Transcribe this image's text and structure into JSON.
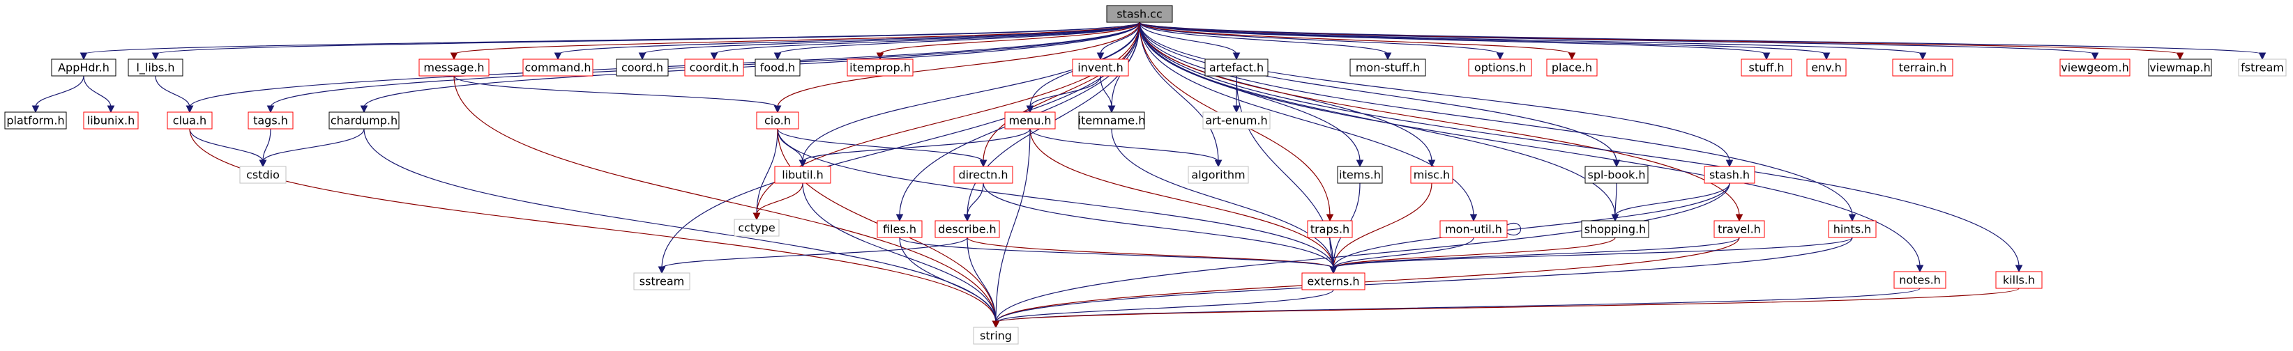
{
  "colors": {
    "root_fill": "#a0a0a0",
    "documented_border": "#000000",
    "undocumented_border": "#ff0000",
    "external_border": "#c0c0c0",
    "edge_main": "#191970",
    "edge_red": "#8b0000"
  },
  "root": "stash.cc",
  "nodes": [
    {
      "id": "stash_cc",
      "label": "stash.cc",
      "kind": "root"
    },
    {
      "id": "apphdr",
      "label": "AppHdr.h",
      "kind": "documented"
    },
    {
      "id": "l_libs",
      "label": "l_libs.h",
      "kind": "documented"
    },
    {
      "id": "message",
      "label": "message.h",
      "kind": "undocumented"
    },
    {
      "id": "command",
      "label": "command.h",
      "kind": "undocumented"
    },
    {
      "id": "coord",
      "label": "coord.h",
      "kind": "documented"
    },
    {
      "id": "coordit",
      "label": "coordit.h",
      "kind": "undocumented"
    },
    {
      "id": "food",
      "label": "food.h",
      "kind": "documented"
    },
    {
      "id": "itemprop",
      "label": "itemprop.h",
      "kind": "undocumented"
    },
    {
      "id": "invent",
      "label": "invent.h",
      "kind": "undocumented"
    },
    {
      "id": "artefact",
      "label": "artefact.h",
      "kind": "documented"
    },
    {
      "id": "mon_stuff",
      "label": "mon-stuff.h",
      "kind": "documented"
    },
    {
      "id": "options",
      "label": "options.h",
      "kind": "undocumented"
    },
    {
      "id": "place",
      "label": "place.h",
      "kind": "undocumented"
    },
    {
      "id": "stuff",
      "label": "stuff.h",
      "kind": "undocumented"
    },
    {
      "id": "env",
      "label": "env.h",
      "kind": "undocumented"
    },
    {
      "id": "terrain",
      "label": "terrain.h",
      "kind": "undocumented"
    },
    {
      "id": "viewgeom",
      "label": "viewgeom.h",
      "kind": "undocumented"
    },
    {
      "id": "viewmap",
      "label": "viewmap.h",
      "kind": "documented"
    },
    {
      "id": "fstream",
      "label": "fstream",
      "kind": "external"
    },
    {
      "id": "platform",
      "label": "platform.h",
      "kind": "documented"
    },
    {
      "id": "libunix",
      "label": "libunix.h",
      "kind": "undocumented"
    },
    {
      "id": "clua",
      "label": "clua.h",
      "kind": "undocumented"
    },
    {
      "id": "tags",
      "label": "tags.h",
      "kind": "undocumented"
    },
    {
      "id": "chardump",
      "label": "chardump.h",
      "kind": "documented"
    },
    {
      "id": "cio",
      "label": "cio.h",
      "kind": "undocumented"
    },
    {
      "id": "menu",
      "label": "menu.h",
      "kind": "undocumented"
    },
    {
      "id": "itemname",
      "label": "itemname.h",
      "kind": "documented"
    },
    {
      "id": "art_enum",
      "label": "art-enum.h",
      "kind": "external"
    },
    {
      "id": "cstdio",
      "label": "cstdio",
      "kind": "external"
    },
    {
      "id": "libutil",
      "label": "libutil.h",
      "kind": "undocumented"
    },
    {
      "id": "directn",
      "label": "directn.h",
      "kind": "undocumented"
    },
    {
      "id": "algorithm",
      "label": "algorithm",
      "kind": "external"
    },
    {
      "id": "items",
      "label": "items.h",
      "kind": "documented"
    },
    {
      "id": "misc",
      "label": "misc.h",
      "kind": "undocumented"
    },
    {
      "id": "spl_book",
      "label": "spl-book.h",
      "kind": "documented"
    },
    {
      "id": "stash_h",
      "label": "stash.h",
      "kind": "undocumented"
    },
    {
      "id": "cctype",
      "label": "cctype",
      "kind": "external"
    },
    {
      "id": "files",
      "label": "files.h",
      "kind": "undocumented"
    },
    {
      "id": "describe",
      "label": "describe.h",
      "kind": "undocumented"
    },
    {
      "id": "traps",
      "label": "traps.h",
      "kind": "undocumented"
    },
    {
      "id": "mon_util",
      "label": "mon-util.h",
      "kind": "undocumented"
    },
    {
      "id": "shopping",
      "label": "shopping.h",
      "kind": "documented"
    },
    {
      "id": "travel",
      "label": "travel.h",
      "kind": "undocumented"
    },
    {
      "id": "hints",
      "label": "hints.h",
      "kind": "undocumented"
    },
    {
      "id": "sstream",
      "label": "sstream",
      "kind": "external"
    },
    {
      "id": "externs",
      "label": "externs.h",
      "kind": "undocumented"
    },
    {
      "id": "notes",
      "label": "notes.h",
      "kind": "undocumented"
    },
    {
      "id": "kills",
      "label": "kills.h",
      "kind": "undocumented"
    },
    {
      "id": "string",
      "label": "string",
      "kind": "external"
    }
  ],
  "edges": [
    [
      "stash_cc",
      "apphdr"
    ],
    [
      "stash_cc",
      "l_libs"
    ],
    [
      "stash_cc",
      "message"
    ],
    [
      "stash_cc",
      "command"
    ],
    [
      "stash_cc",
      "coord"
    ],
    [
      "stash_cc",
      "coordit"
    ],
    [
      "stash_cc",
      "food"
    ],
    [
      "stash_cc",
      "itemprop"
    ],
    [
      "stash_cc",
      "invent"
    ],
    [
      "stash_cc",
      "artefact"
    ],
    [
      "stash_cc",
      "mon_stuff"
    ],
    [
      "stash_cc",
      "options"
    ],
    [
      "stash_cc",
      "place"
    ],
    [
      "stash_cc",
      "stuff"
    ],
    [
      "stash_cc",
      "env"
    ],
    [
      "stash_cc",
      "terrain"
    ],
    [
      "stash_cc",
      "viewgeom"
    ],
    [
      "stash_cc",
      "viewmap"
    ],
    [
      "stash_cc",
      "fstream"
    ],
    [
      "stash_cc",
      "clua"
    ],
    [
      "stash_cc",
      "tags"
    ],
    [
      "stash_cc",
      "chardump"
    ],
    [
      "stash_cc",
      "cio"
    ],
    [
      "stash_cc",
      "menu"
    ],
    [
      "stash_cc",
      "itemname"
    ],
    [
      "stash_cc",
      "algorithm"
    ],
    [
      "stash_cc",
      "libutil"
    ],
    [
      "stash_cc",
      "directn"
    ],
    [
      "stash_cc",
      "describe"
    ],
    [
      "stash_cc",
      "files"
    ],
    [
      "stash_cc",
      "items"
    ],
    [
      "stash_cc",
      "misc"
    ],
    [
      "stash_cc",
      "traps"
    ],
    [
      "stash_cc",
      "mon_util"
    ],
    [
      "stash_cc",
      "spl_book"
    ],
    [
      "stash_cc",
      "shopping"
    ],
    [
      "stash_cc",
      "stash_h"
    ],
    [
      "stash_cc",
      "travel"
    ],
    [
      "stash_cc",
      "hints"
    ],
    [
      "stash_cc",
      "notes"
    ],
    [
      "stash_cc",
      "kills"
    ],
    [
      "stash_cc",
      "sstream"
    ],
    [
      "stash_cc",
      "cctype"
    ],
    [
      "apphdr",
      "platform"
    ],
    [
      "apphdr",
      "libunix"
    ],
    [
      "l_libs",
      "clua"
    ],
    [
      "clua",
      "cstdio"
    ],
    [
      "clua",
      "string"
    ],
    [
      "tags",
      "cstdio"
    ],
    [
      "chardump",
      "cstdio"
    ],
    [
      "chardump",
      "string"
    ],
    [
      "message",
      "cio"
    ],
    [
      "message",
      "string"
    ],
    [
      "cio",
      "libutil"
    ],
    [
      "cio",
      "directn"
    ],
    [
      "cio",
      "cctype"
    ],
    [
      "cio",
      "externs"
    ],
    [
      "cio",
      "string"
    ],
    [
      "invent",
      "menu"
    ],
    [
      "invent",
      "itemname"
    ],
    [
      "menu",
      "libutil"
    ],
    [
      "menu",
      "algorithm"
    ],
    [
      "menu",
      "externs"
    ],
    [
      "menu",
      "string"
    ],
    [
      "itemname",
      "externs"
    ],
    [
      "artefact",
      "art_enum"
    ],
    [
      "artefact",
      "externs"
    ],
    [
      "libutil",
      "cctype"
    ],
    [
      "libutil",
      "string"
    ],
    [
      "directn",
      "describe"
    ],
    [
      "directn",
      "externs"
    ],
    [
      "describe",
      "sstream"
    ],
    [
      "describe",
      "externs"
    ],
    [
      "describe",
      "string"
    ],
    [
      "files",
      "externs"
    ],
    [
      "files",
      "string"
    ],
    [
      "items",
      "externs"
    ],
    [
      "misc",
      "externs"
    ],
    [
      "traps",
      "externs"
    ],
    [
      "mon_util",
      "mon_util"
    ],
    [
      "mon_util",
      "externs"
    ],
    [
      "spl_book",
      "shopping"
    ],
    [
      "shopping",
      "externs"
    ],
    [
      "stash_h",
      "shopping"
    ],
    [
      "stash_h",
      "externs"
    ],
    [
      "stash_h",
      "string"
    ],
    [
      "travel",
      "externs"
    ],
    [
      "travel",
      "string"
    ],
    [
      "hints",
      "externs"
    ],
    [
      "hints",
      "string"
    ],
    [
      "externs",
      "string"
    ],
    [
      "notes",
      "string"
    ],
    [
      "kills",
      "string"
    ]
  ]
}
